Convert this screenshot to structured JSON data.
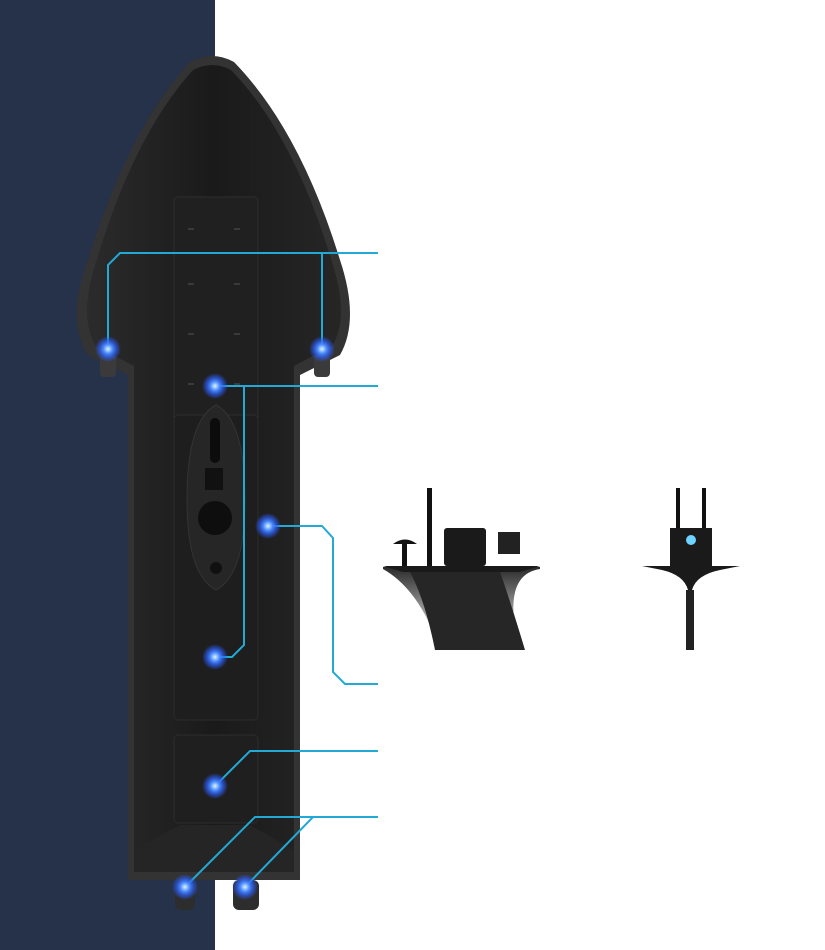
{
  "colors": {
    "background": "#ffffff",
    "left_panel": "#263249",
    "hull": "#1b1b1b",
    "callout_line": "#22a9d6",
    "node_glow": "#3a7bff"
  },
  "callouts": [
    {
      "label": "",
      "icon": "glowing-node"
    },
    {
      "label": "",
      "icon": "glowing-node"
    },
    {
      "label": "",
      "icon": "glowing-node"
    },
    {
      "label": "",
      "icon": "glowing-node"
    },
    {
      "label": "",
      "icon": "glowing-node"
    }
  ]
}
